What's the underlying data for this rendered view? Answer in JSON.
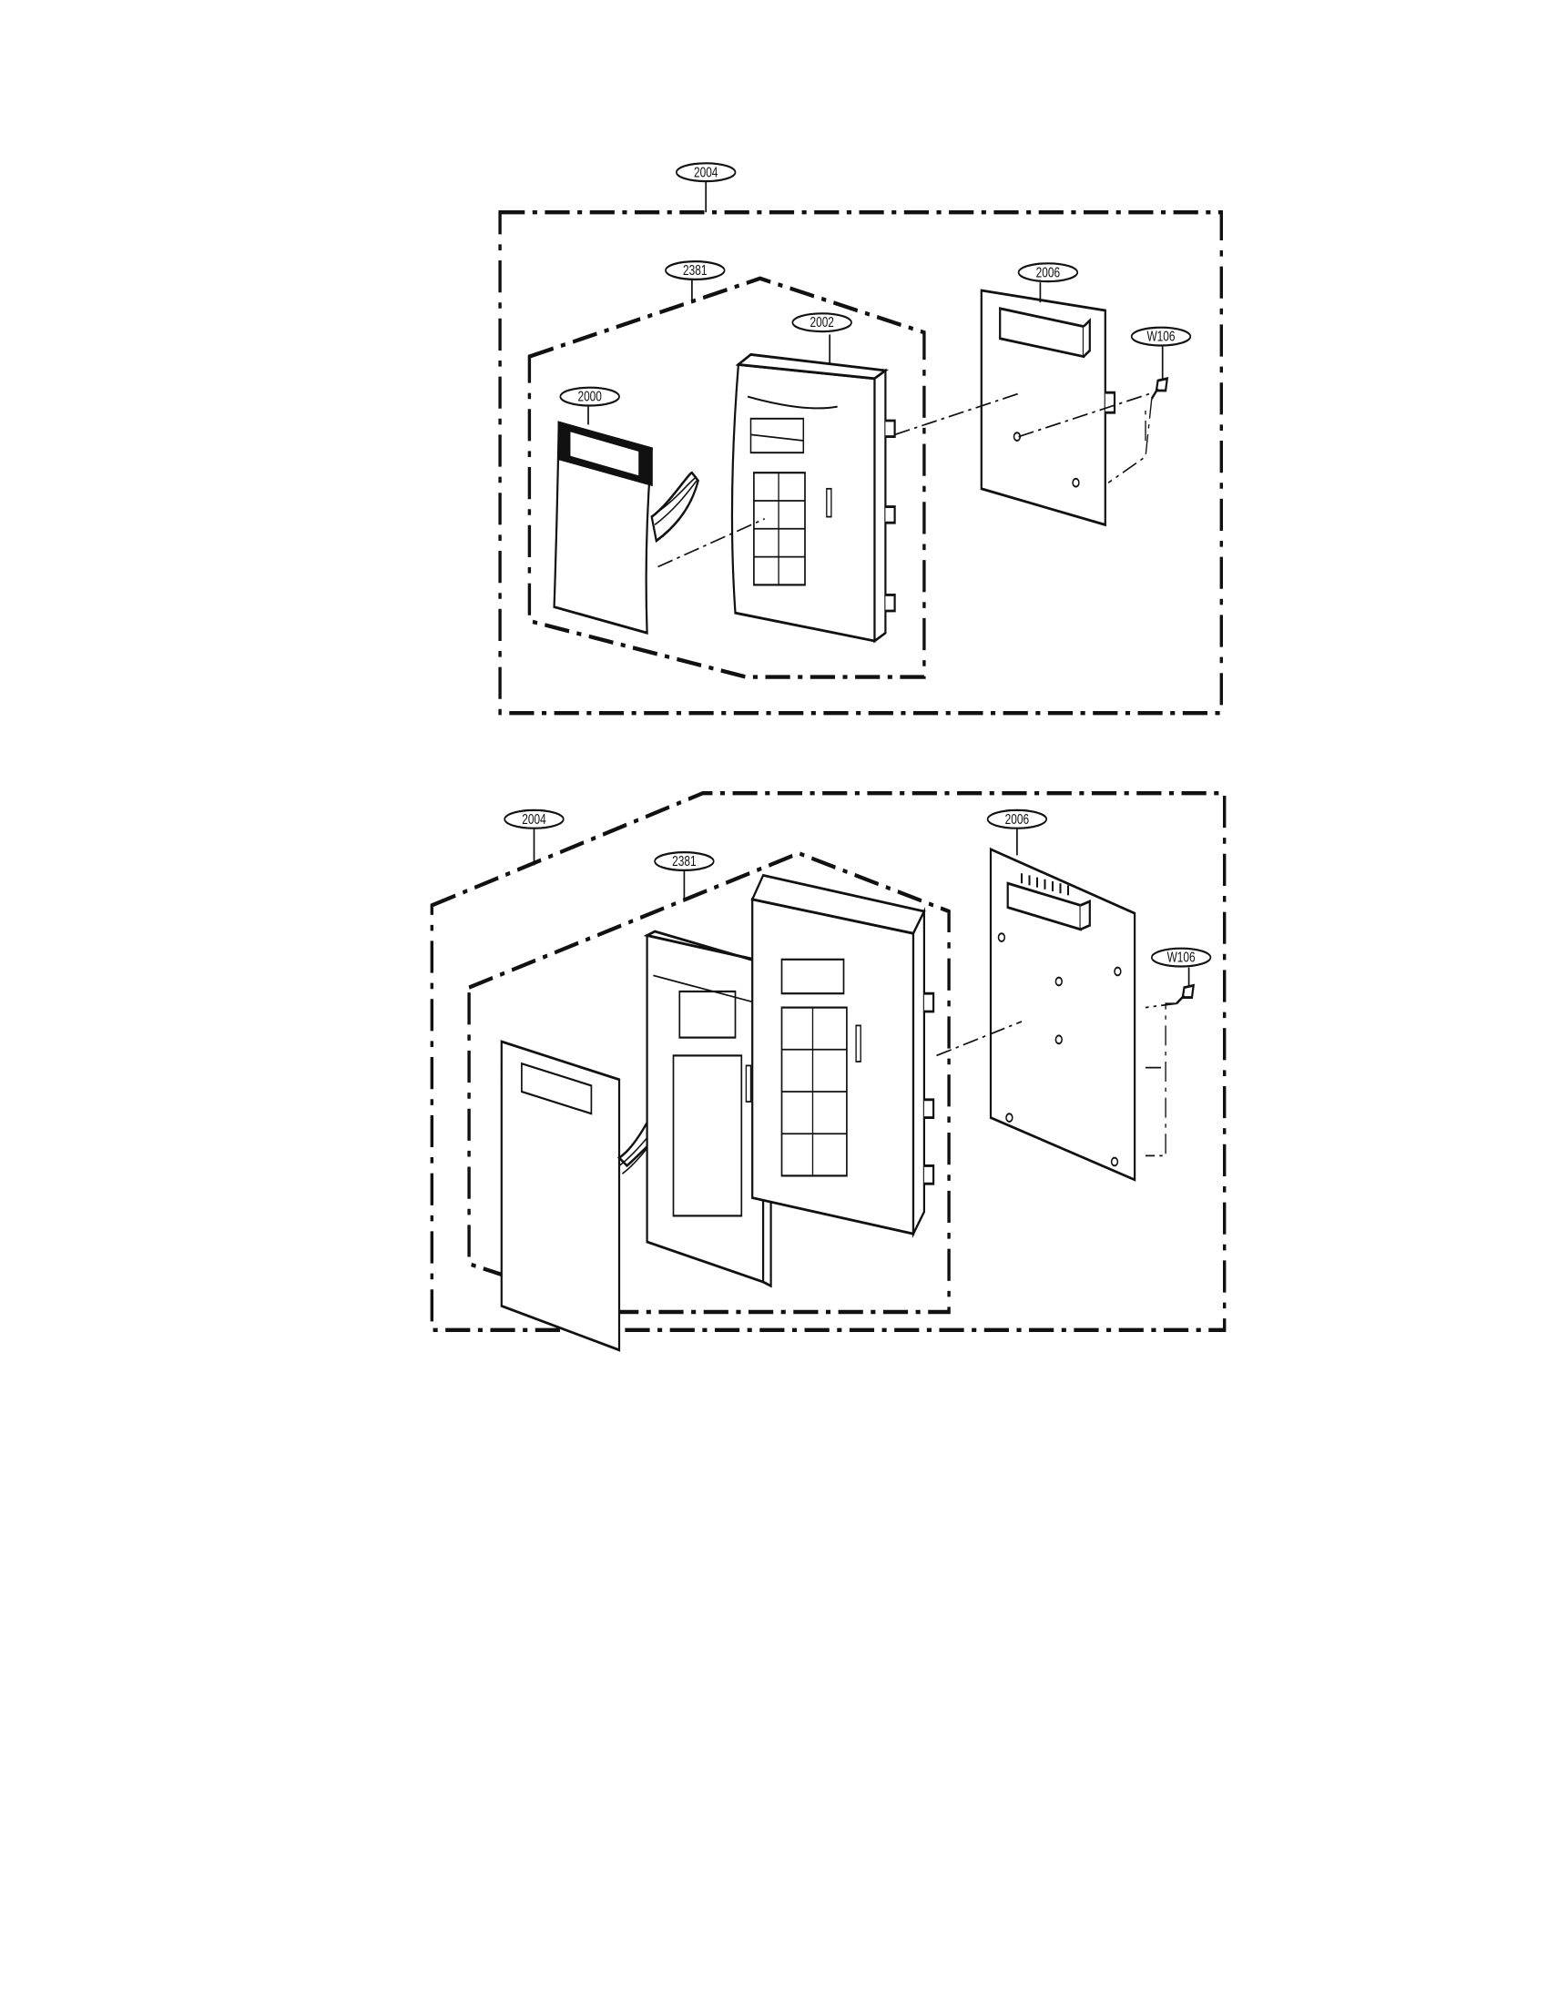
{
  "diagram_top": {
    "callouts": [
      {
        "key": "assembly",
        "label": "2004"
      },
      {
        "key": "panel_assembly",
        "label": "2381"
      },
      {
        "key": "pcb",
        "label": "2006"
      },
      {
        "key": "frame",
        "label": "2002"
      },
      {
        "key": "screw",
        "label": "W106"
      },
      {
        "key": "membrane",
        "label": "2000"
      }
    ]
  },
  "diagram_bottom": {
    "callouts": [
      {
        "key": "assembly",
        "label": "2004"
      },
      {
        "key": "pcb",
        "label": "2006"
      },
      {
        "key": "panel_assembly",
        "label": "2381"
      },
      {
        "key": "screw",
        "label": "W106"
      }
    ]
  },
  "colors": {
    "line": "#111111",
    "background": "#ffffff"
  }
}
